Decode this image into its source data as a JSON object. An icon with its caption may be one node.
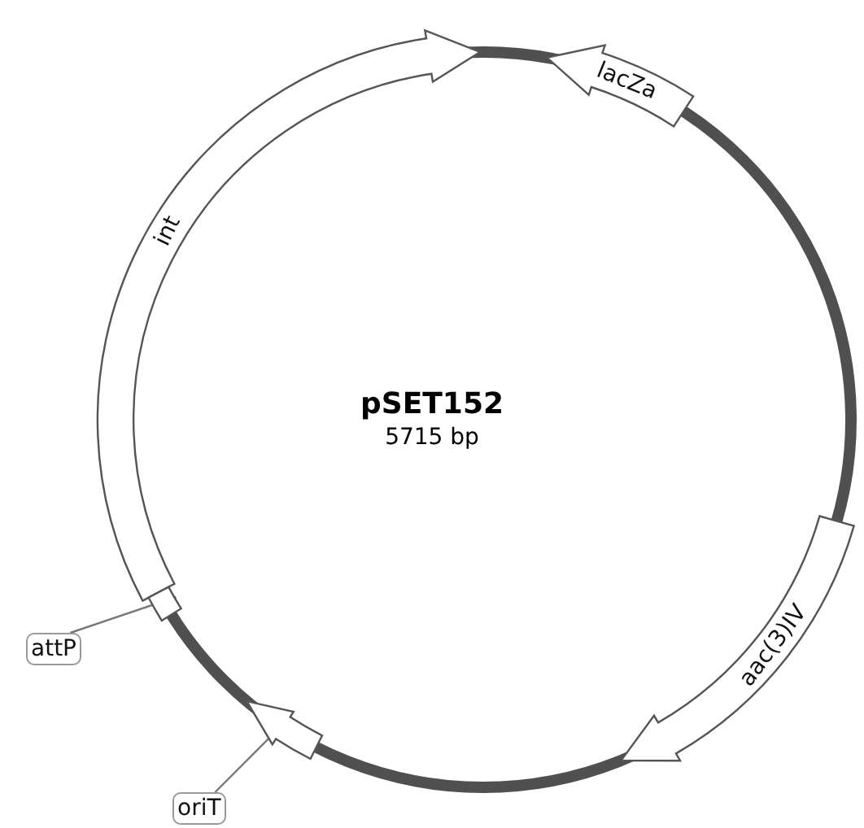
{
  "diagram": {
    "title": "pSET152",
    "nodes": [
      {
        "text": [
          "int"
        ]
      },
      {
        "text": [
          "lacZa"
        ]
      },
      {
        "text": [
          "aac(3)IV"
        ]
      },
      {
        "text": [
          "attP"
        ]
      },
      {
        "text": [],
        "shape": "box"
      },
      {
        "text": [
          "oriT"
        ]
      },
      {
        "text": [],
        "shape": "arrow"
      }
    ],
    "edges": [
      {
        "from": 3,
        "to": 4,
        "arrow": "none"
      },
      {
        "from": 5,
        "to": 6,
        "arrow": "none"
      }
    ],
    "labels": [
      "5715 bp"
    ]
  }
}
